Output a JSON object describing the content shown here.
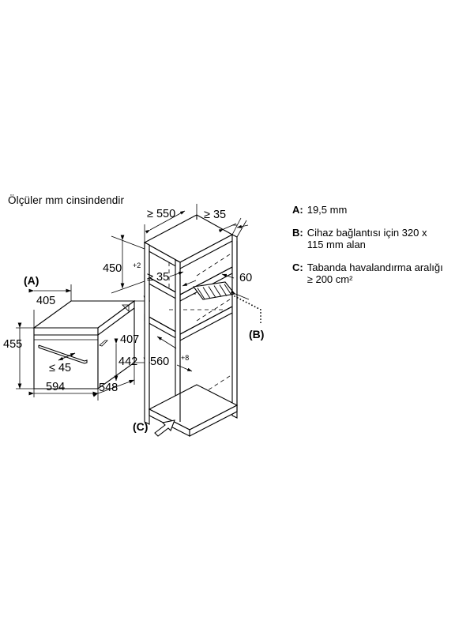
{
  "page": {
    "units_note": "Ölçüler mm cinsindendir"
  },
  "legend": {
    "items": [
      {
        "key": "A:",
        "value": "19,5 mm"
      },
      {
        "key": "B:",
        "value": "Cihaz bağlantısı için 320 x\n115 mm alan"
      },
      {
        "key": "C:",
        "value": "Tabanda havalandırma aralığı\n≥ 200 cm²"
      }
    ]
  },
  "appliance": {
    "marker": "(A)",
    "dims": {
      "depth_top": "405",
      "height_front": "455",
      "height_body": "442",
      "height_side": "407",
      "door_gap": "≤ 45",
      "width_front": "594",
      "depth_side": "548"
    }
  },
  "cabinet": {
    "markers": {
      "outlet": "(B)",
      "vent": "(C)"
    },
    "dims": {
      "depth_min": "≥ 550",
      "side_gap_top": "≥ 35",
      "side_gap_mid": "≥ 35",
      "niche_height_upper": "450",
      "niche_height_upper_tol": "+2",
      "niche_height_lower": "560",
      "niche_height_lower_tol": "+8",
      "outlet_offset": "60"
    }
  }
}
